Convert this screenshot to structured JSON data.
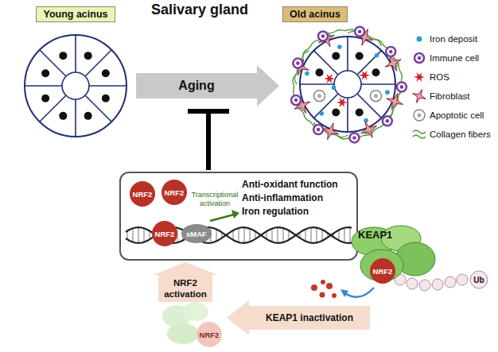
{
  "diagram": {
    "title": "Salivary gland",
    "nodes": [
      {
        "text": [
          "Young acinus"
        ]
      },
      {
        "text": [
          "Old acinus"
        ]
      },
      {
        "text": [
          "Anti-oxidant function",
          "Anti-inflammation",
          "Iron regulation"
        ]
      },
      {
        "text": [
          "NRF2"
        ],
        "in": 2
      },
      {
        "text": [
          "NRF2"
        ],
        "in": 2
      },
      {
        "text": [
          "NRF2"
        ],
        "in": 2
      },
      {
        "text": [
          "sMAF"
        ],
        "in": 2
      },
      {
        "text": [
          "NRF2 activation"
        ]
      },
      {
        "text": [
          "KEAP1"
        ]
      },
      {
        "text": [
          "NRF2"
        ],
        "in": 8
      },
      {
        "text": [
          "Ub"
        ]
      },
      {
        "text": [
          "KEAP1 inactivation"
        ]
      },
      {
        "text": [
          "NRF2"
        ]
      }
    ],
    "edges": [
      {
        "from": 0,
        "to": 1,
        "label": "Aging",
        "arrow": "to"
      }
    ],
    "labels": [
      "Transcriptional activation"
    ],
    "legend": [
      {
        "text": "Iron deposit"
      },
      {
        "text": "Immune cell"
      },
      {
        "text": "ROS"
      },
      {
        "text": "Fibroblast"
      },
      {
        "text": "Apoptotic cell"
      },
      {
        "text": "Collagen fibers"
      }
    ]
  }
}
